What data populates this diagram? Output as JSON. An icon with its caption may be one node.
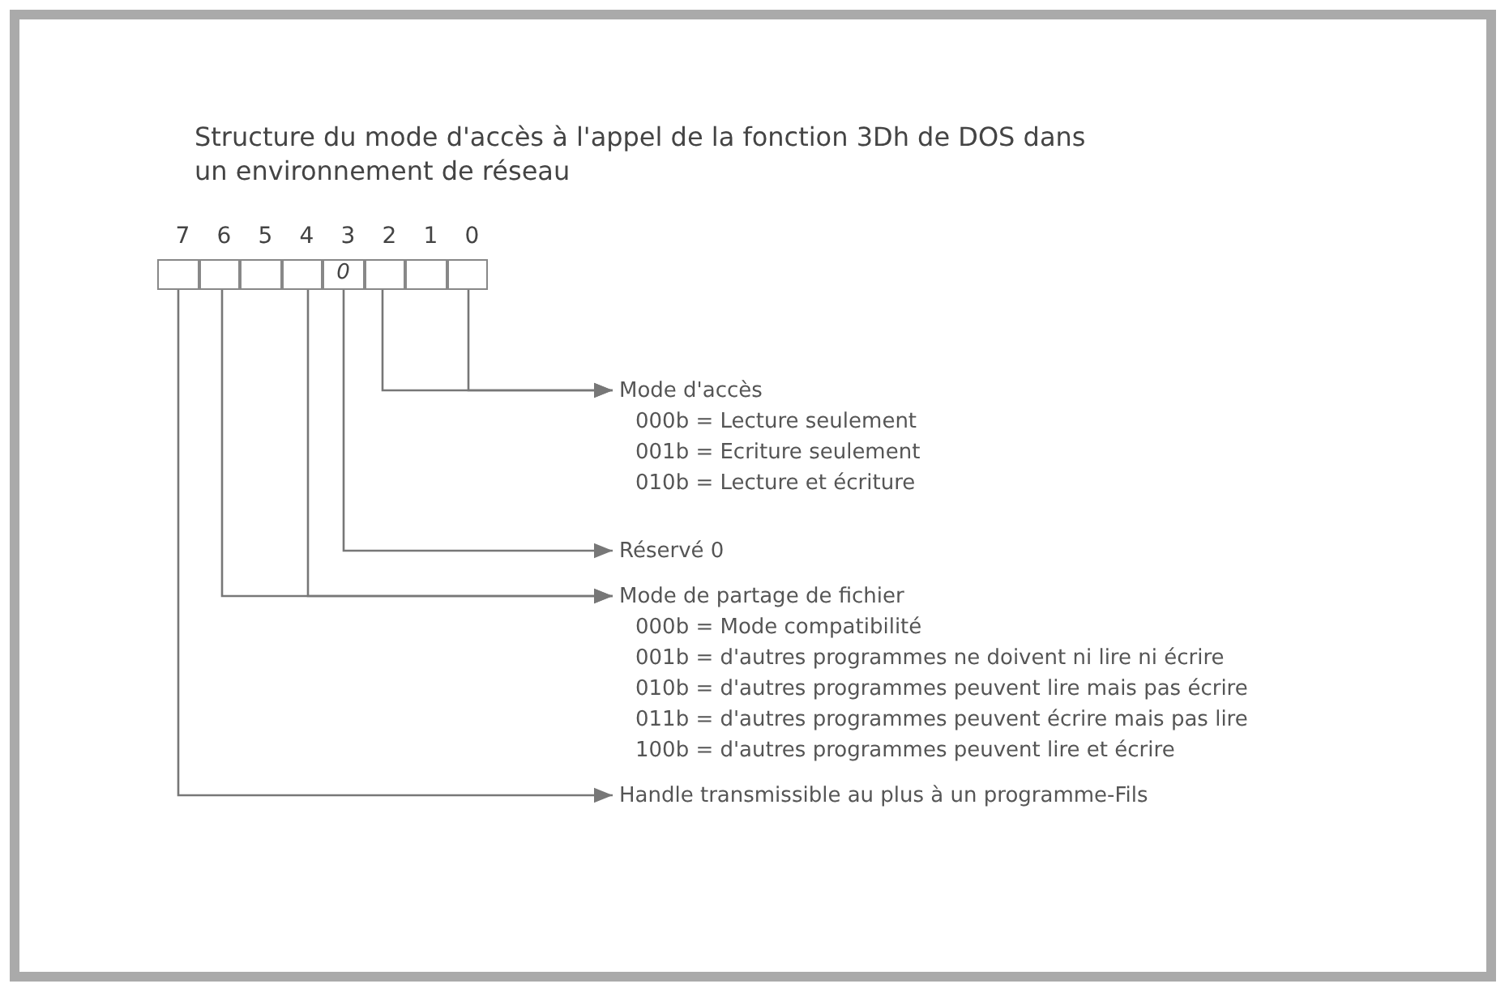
{
  "diagram": {
    "title": "Structure du mode d'accès à l'appel de la fonction 3Dh de DOS dans un environnement de réseau",
    "nodes": [
      {
        "text": [],
        "shape": "box"
      },
      {
        "text": [],
        "shape": "box"
      },
      {
        "text": [],
        "shape": "box"
      },
      {
        "text": [],
        "shape": "box"
      },
      {
        "text": [
          "0"
        ]
      },
      {
        "text": [],
        "shape": "box"
      },
      {
        "text": [],
        "shape": "box"
      },
      {
        "text": [],
        "shape": "box"
      },
      {
        "text": [
          "Mode d'accès",
          "000b = Lecture seulement",
          "001b = Ecriture seulement",
          "010b = Lecture et écriture"
        ]
      },
      {
        "text": [
          "Réservé 0"
        ]
      },
      {
        "text": [
          "Mode de partage de fichier",
          "000b = Mode compatibilité",
          "001b = d'autres programmes ne doivent ni lire ni écrire",
          "010b = d'autres programmes peuvent lire mais pas écrire",
          "011b = d'autres programmes peuvent écrire mais pas lire",
          "100b = d'autres programmes peuvent lire et écrire"
        ]
      },
      {
        "text": [
          "Handle transmissible au plus à un programme-Fils"
        ]
      }
    ],
    "edges": [
      {
        "from": 5,
        "to": 8,
        "arrow": "to"
      },
      {
        "from": 7,
        "to": 8,
        "arrow": "to"
      },
      {
        "from": 4,
        "to": 9,
        "arrow": "to"
      },
      {
        "from": 1,
        "to": 10,
        "arrow": "to"
      },
      {
        "from": 3,
        "to": 10,
        "arrow": "to"
      },
      {
        "from": 0,
        "to": 11,
        "arrow": "to"
      }
    ],
    "labels": [
      "7",
      "6",
      "5",
      "4",
      "3",
      "2",
      "1",
      "0"
    ]
  }
}
